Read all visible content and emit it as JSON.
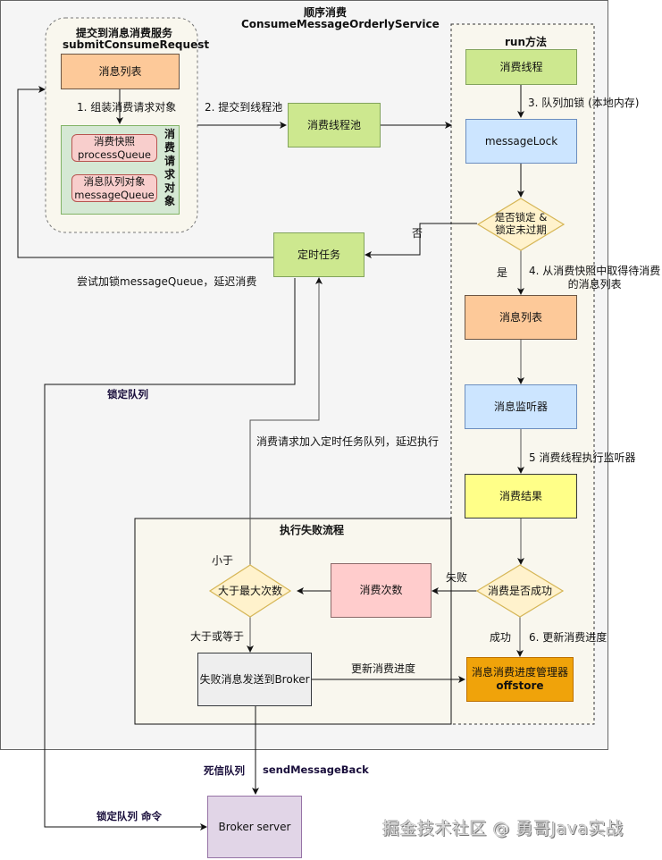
{
  "diagram": {
    "title_line1": "顺序消费",
    "title_line2": "ConsumeMessageOrderlyService",
    "submit_group": {
      "title_line1": "提交到消息消费服务",
      "title_line2": "submitConsumeRequest",
      "message_list": "消息列表",
      "step1": "1. 组装消费请求对象",
      "request_object_label": "消费请求对象",
      "process_queue_line1": "消费快照",
      "process_queue_line2": "processQueue",
      "message_queue_line1": "消息队列对象",
      "message_queue_line2": "messageQueue"
    },
    "step2": "2. 提交到线程池",
    "thread_pool": "消费线程池",
    "run_group": {
      "title": "run方法",
      "consume_thread": "消费线程",
      "step3": "3. 队列加锁 (本地内存)",
      "message_lock": "messageLock",
      "lock_check_line1": "是否锁定 &",
      "lock_check_line2": "锁定未过期",
      "no_label": "否",
      "yes_label": "是",
      "step4_line1": "4. 从消费快照中取得待消费",
      "step4_line2": "的消息列表",
      "message_list": "消息列表",
      "message_listener": "消息监听器",
      "step5": "5 消费线程执行监听器",
      "consume_result": "消费结果",
      "success_check": "消费是否成功",
      "fail_label": "失败",
      "success_label": "成功",
      "step6": "6. 更新消费进度",
      "offset_store_line1": "消息消费进度管理器",
      "offset_store_line2": "offstore"
    },
    "scheduled_task": "定时任务",
    "retry_lock_label": "尝试加锁messageQueue，延迟消费",
    "lock_queue_label": "锁定队列",
    "delay_exec_label": "消费请求加入定时任务队列，延迟执行",
    "fail_group": {
      "title": "执行失败流程",
      "consume_times": "消费次数",
      "max_check": "大于最大次数",
      "less_label": "小于",
      "ge_label": "大于或等于",
      "send_back": "失败消息发送到Broker",
      "update_progress": "更新消费进度"
    },
    "dead_letter_label": "死信队列",
    "send_message_back_label": "sendMessageBack",
    "lock_queue_cmd_label": "锁定队列 命令",
    "broker_server": "Broker server",
    "watermark": "掘金技术社区 @ 勇哥Java实战"
  }
}
